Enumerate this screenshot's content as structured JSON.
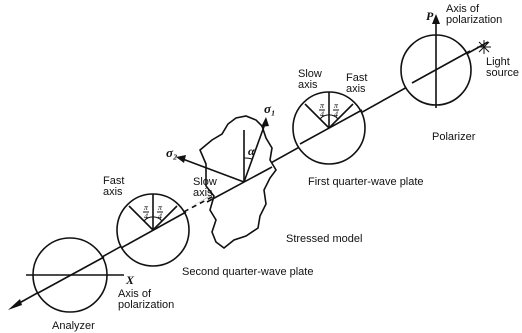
{
  "labels": {
    "axis_of_polarization_top_line1": "Axis of",
    "axis_of_polarization_top_line2": "polarization",
    "p_symbol": "P",
    "light_source_line1": "Light",
    "light_source_line2": "source",
    "polarizer": "Polarizer",
    "first_plate_slow_line1": "Slow",
    "first_plate_slow_line2": "axis",
    "first_plate_fast_line1": "Fast",
    "first_plate_fast_line2": "axis",
    "first_quarter_wave_plate": "First quarter-wave plate",
    "sigma1": "σ₁",
    "sigma2": "σ₂",
    "alpha": "α",
    "stressed_model": "Stressed model",
    "second_plate_fast_line1": "Fast",
    "second_plate_fast_line2": "axis",
    "second_plate_slow_line1": "Slow",
    "second_plate_slow_line2": "axis",
    "second_quarter_wave_plate": "Second quarter-wave plate",
    "x_symbol": "X",
    "axis_of_polarization_bottom_line1": "Axis of",
    "axis_of_polarization_bottom_line2": "polarization",
    "analyzer": "Analyzer",
    "pi_over_4_num": "π",
    "pi_over_4_den": "4"
  }
}
